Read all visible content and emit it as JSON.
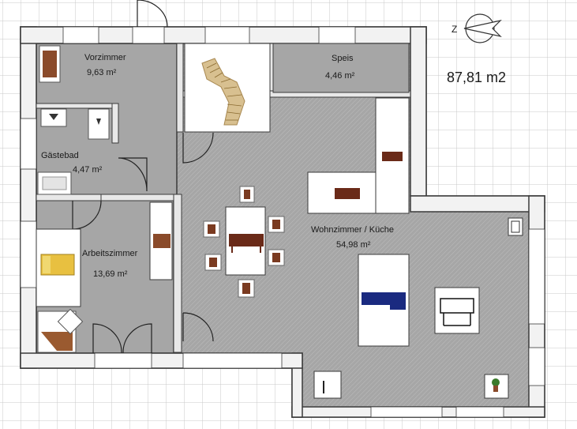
{
  "plan": {
    "total_area": "87,81 m2",
    "compass_letter": "Z",
    "compass_icon": "compass-north-arrow-icon",
    "rooms": [
      {
        "id": "vorzimmer",
        "name": "Vorzimmer",
        "area": "9,63 m²"
      },
      {
        "id": "speis",
        "name": "Speis",
        "area": "4,46 m²"
      },
      {
        "id": "gaestebad",
        "name": "Gästebad",
        "area": "4,47 m²"
      },
      {
        "id": "wohnzimmer",
        "name": "Wohnzimmer / Küche",
        "area": "54,98 m²"
      },
      {
        "id": "arbeitszimmer",
        "name": "Arbeitszimmer",
        "area": "13,69 m²"
      }
    ],
    "furniture_icons": [
      "dresser-icon",
      "stair-icon",
      "toilet-icon",
      "sink-icon",
      "bathtub-sink-icon",
      "chair-icon",
      "dining-table-icon",
      "sideboard-icon",
      "sofa-icon",
      "coffee-table-icon",
      "bed-icon",
      "desk-icon",
      "plant-icon",
      "lamp-icon"
    ],
    "colors": {
      "floor": "#a6a6a6",
      "wall_fill": "#f2f2f2",
      "wall_stroke": "#3a3a3a",
      "grid": "#c8c8c8",
      "sofa": "#1a2a80",
      "wood": "#7a3a20",
      "bed": "#e8c040",
      "stair": "#d8c090"
    }
  }
}
